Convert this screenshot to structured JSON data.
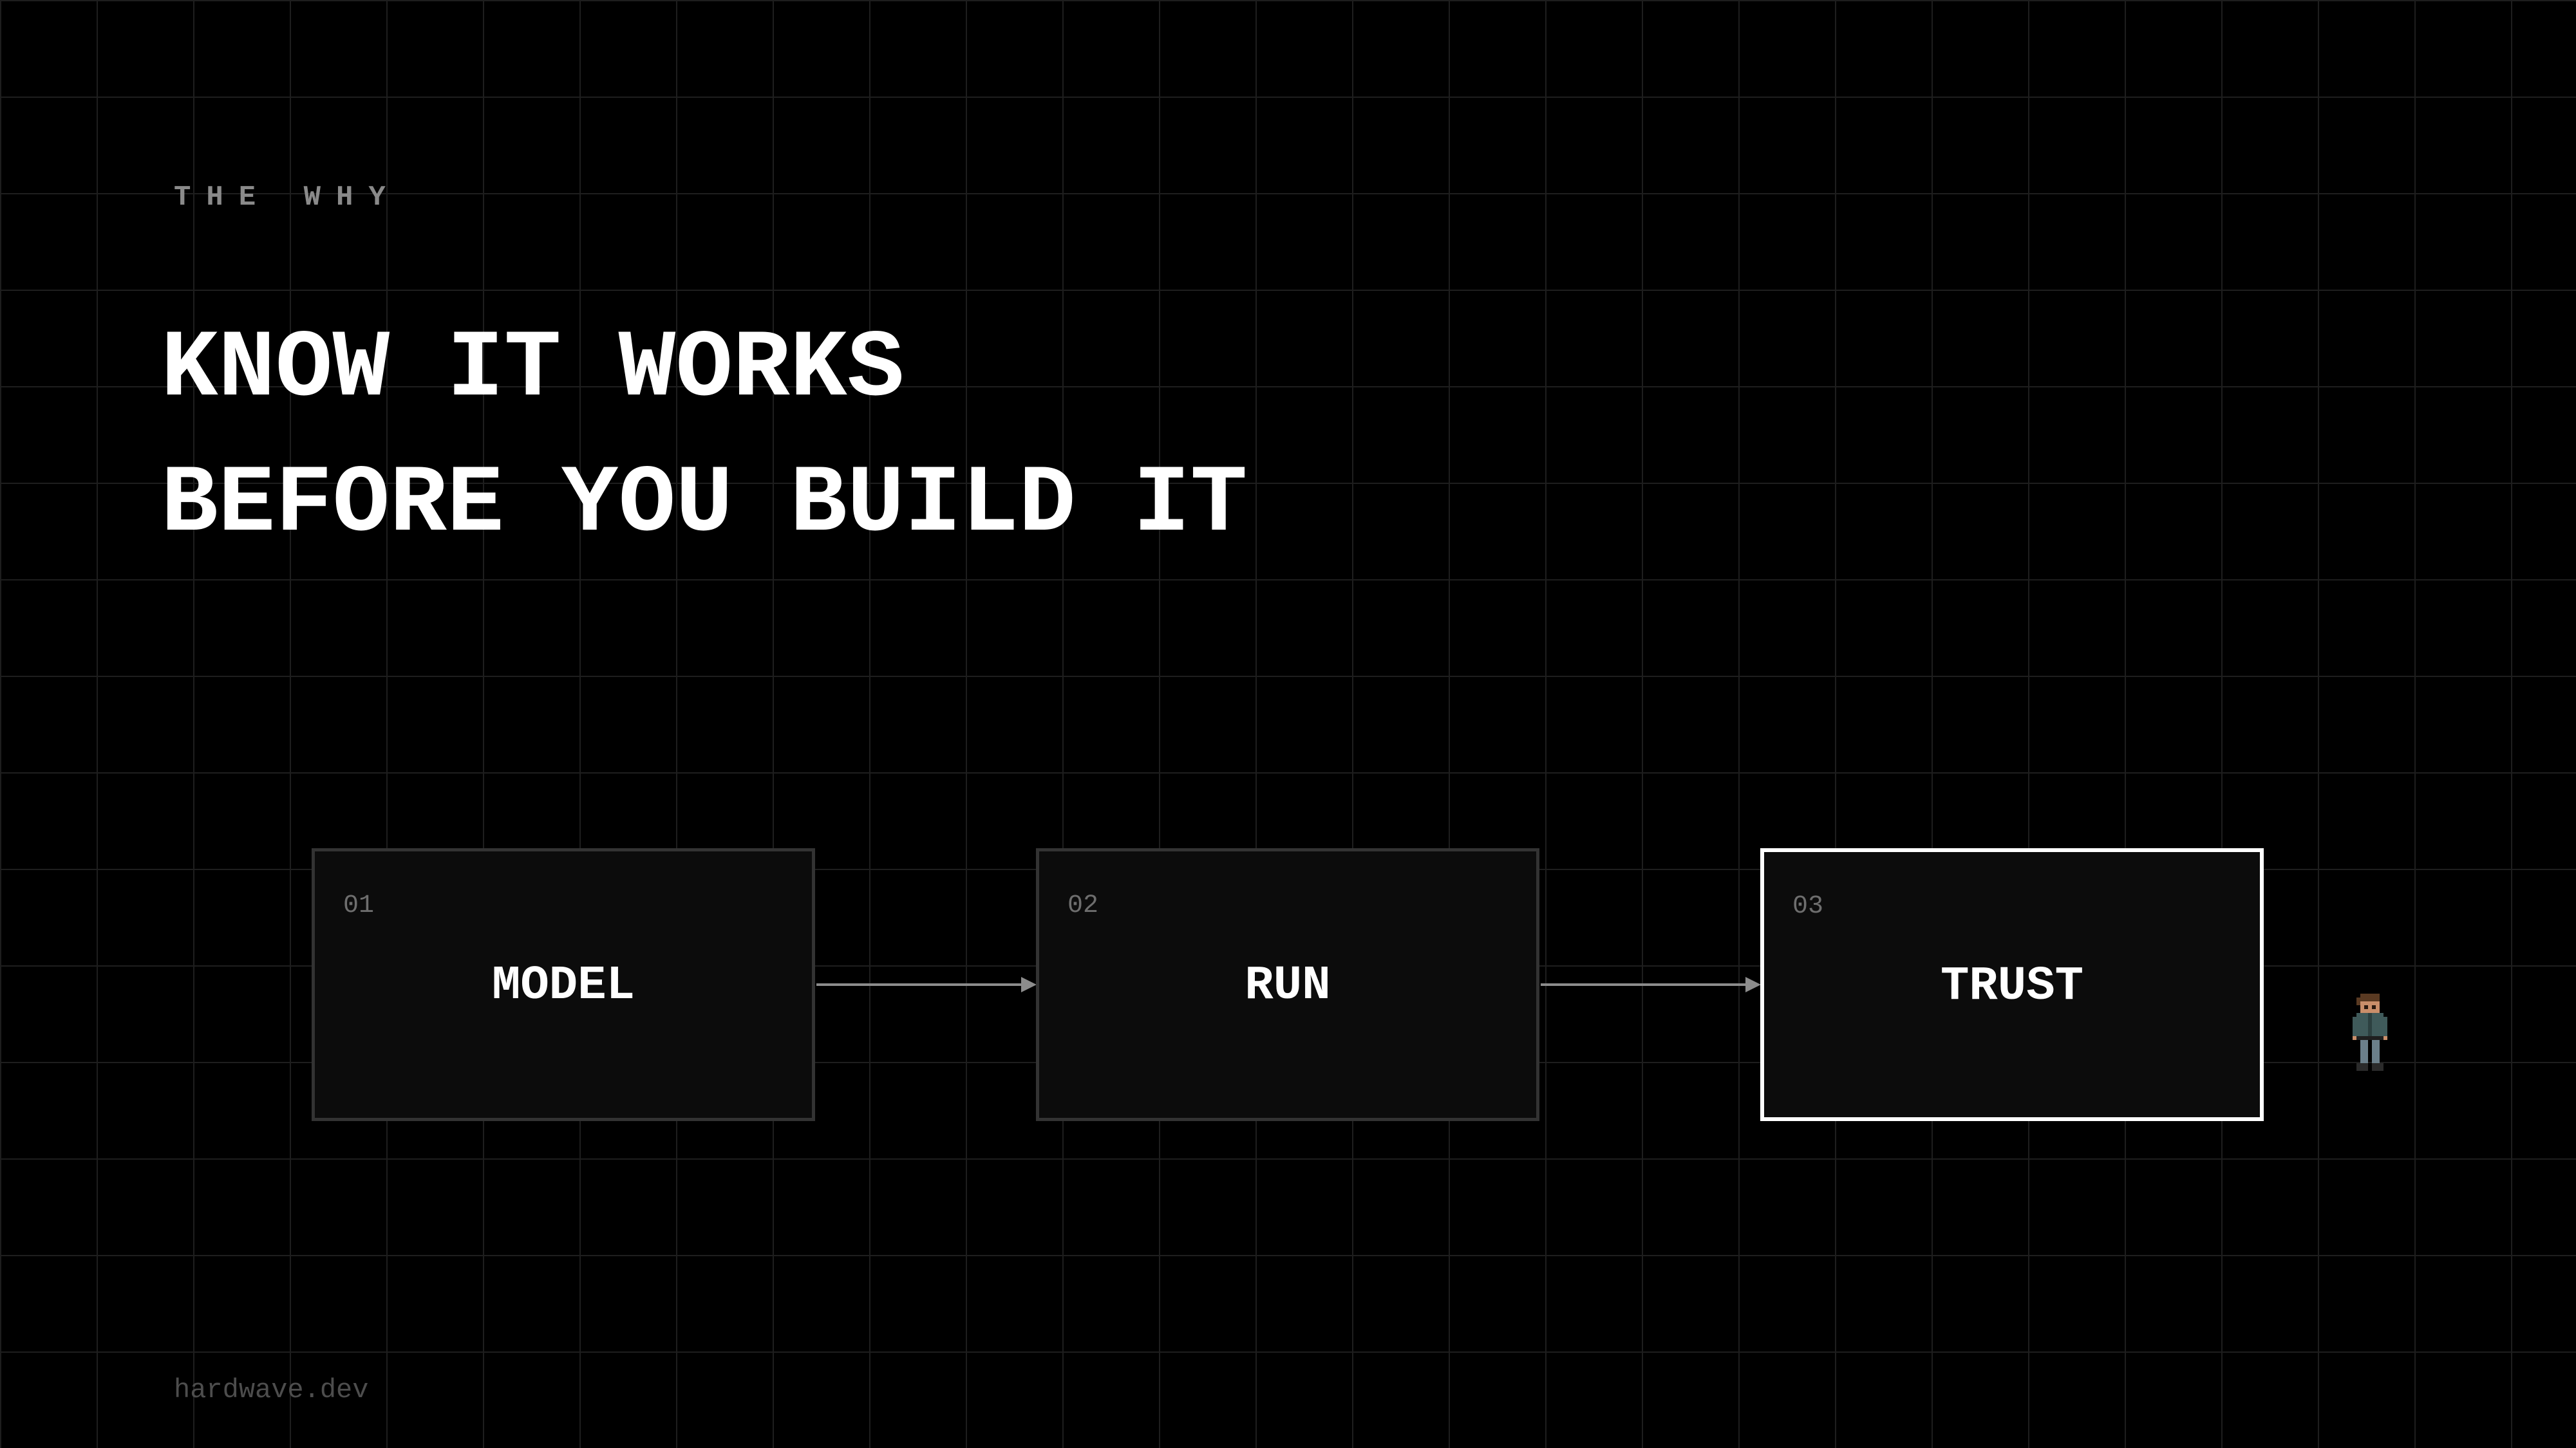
{
  "slide": {
    "eyebrow": "THE WHY",
    "headline": {
      "line1": "KNOW IT WORKS",
      "line2": "BEFORE YOU BUILD IT"
    },
    "steps": [
      {
        "number": "01",
        "label": "MODEL",
        "active": false
      },
      {
        "number": "02",
        "label": "RUN",
        "active": false
      },
      {
        "number": "03",
        "label": "TRUST",
        "active": true
      }
    ],
    "footer": "hardwave.dev",
    "character_icon": "pixel-character-icon"
  },
  "colors": {
    "background": "#000000",
    "grid": "#1e1e1e",
    "text": "#ffffff",
    "muted": "#8a8a8a",
    "box_border": "#333333",
    "active_border": "#ffffff",
    "arrow": "#8c8c8c"
  }
}
